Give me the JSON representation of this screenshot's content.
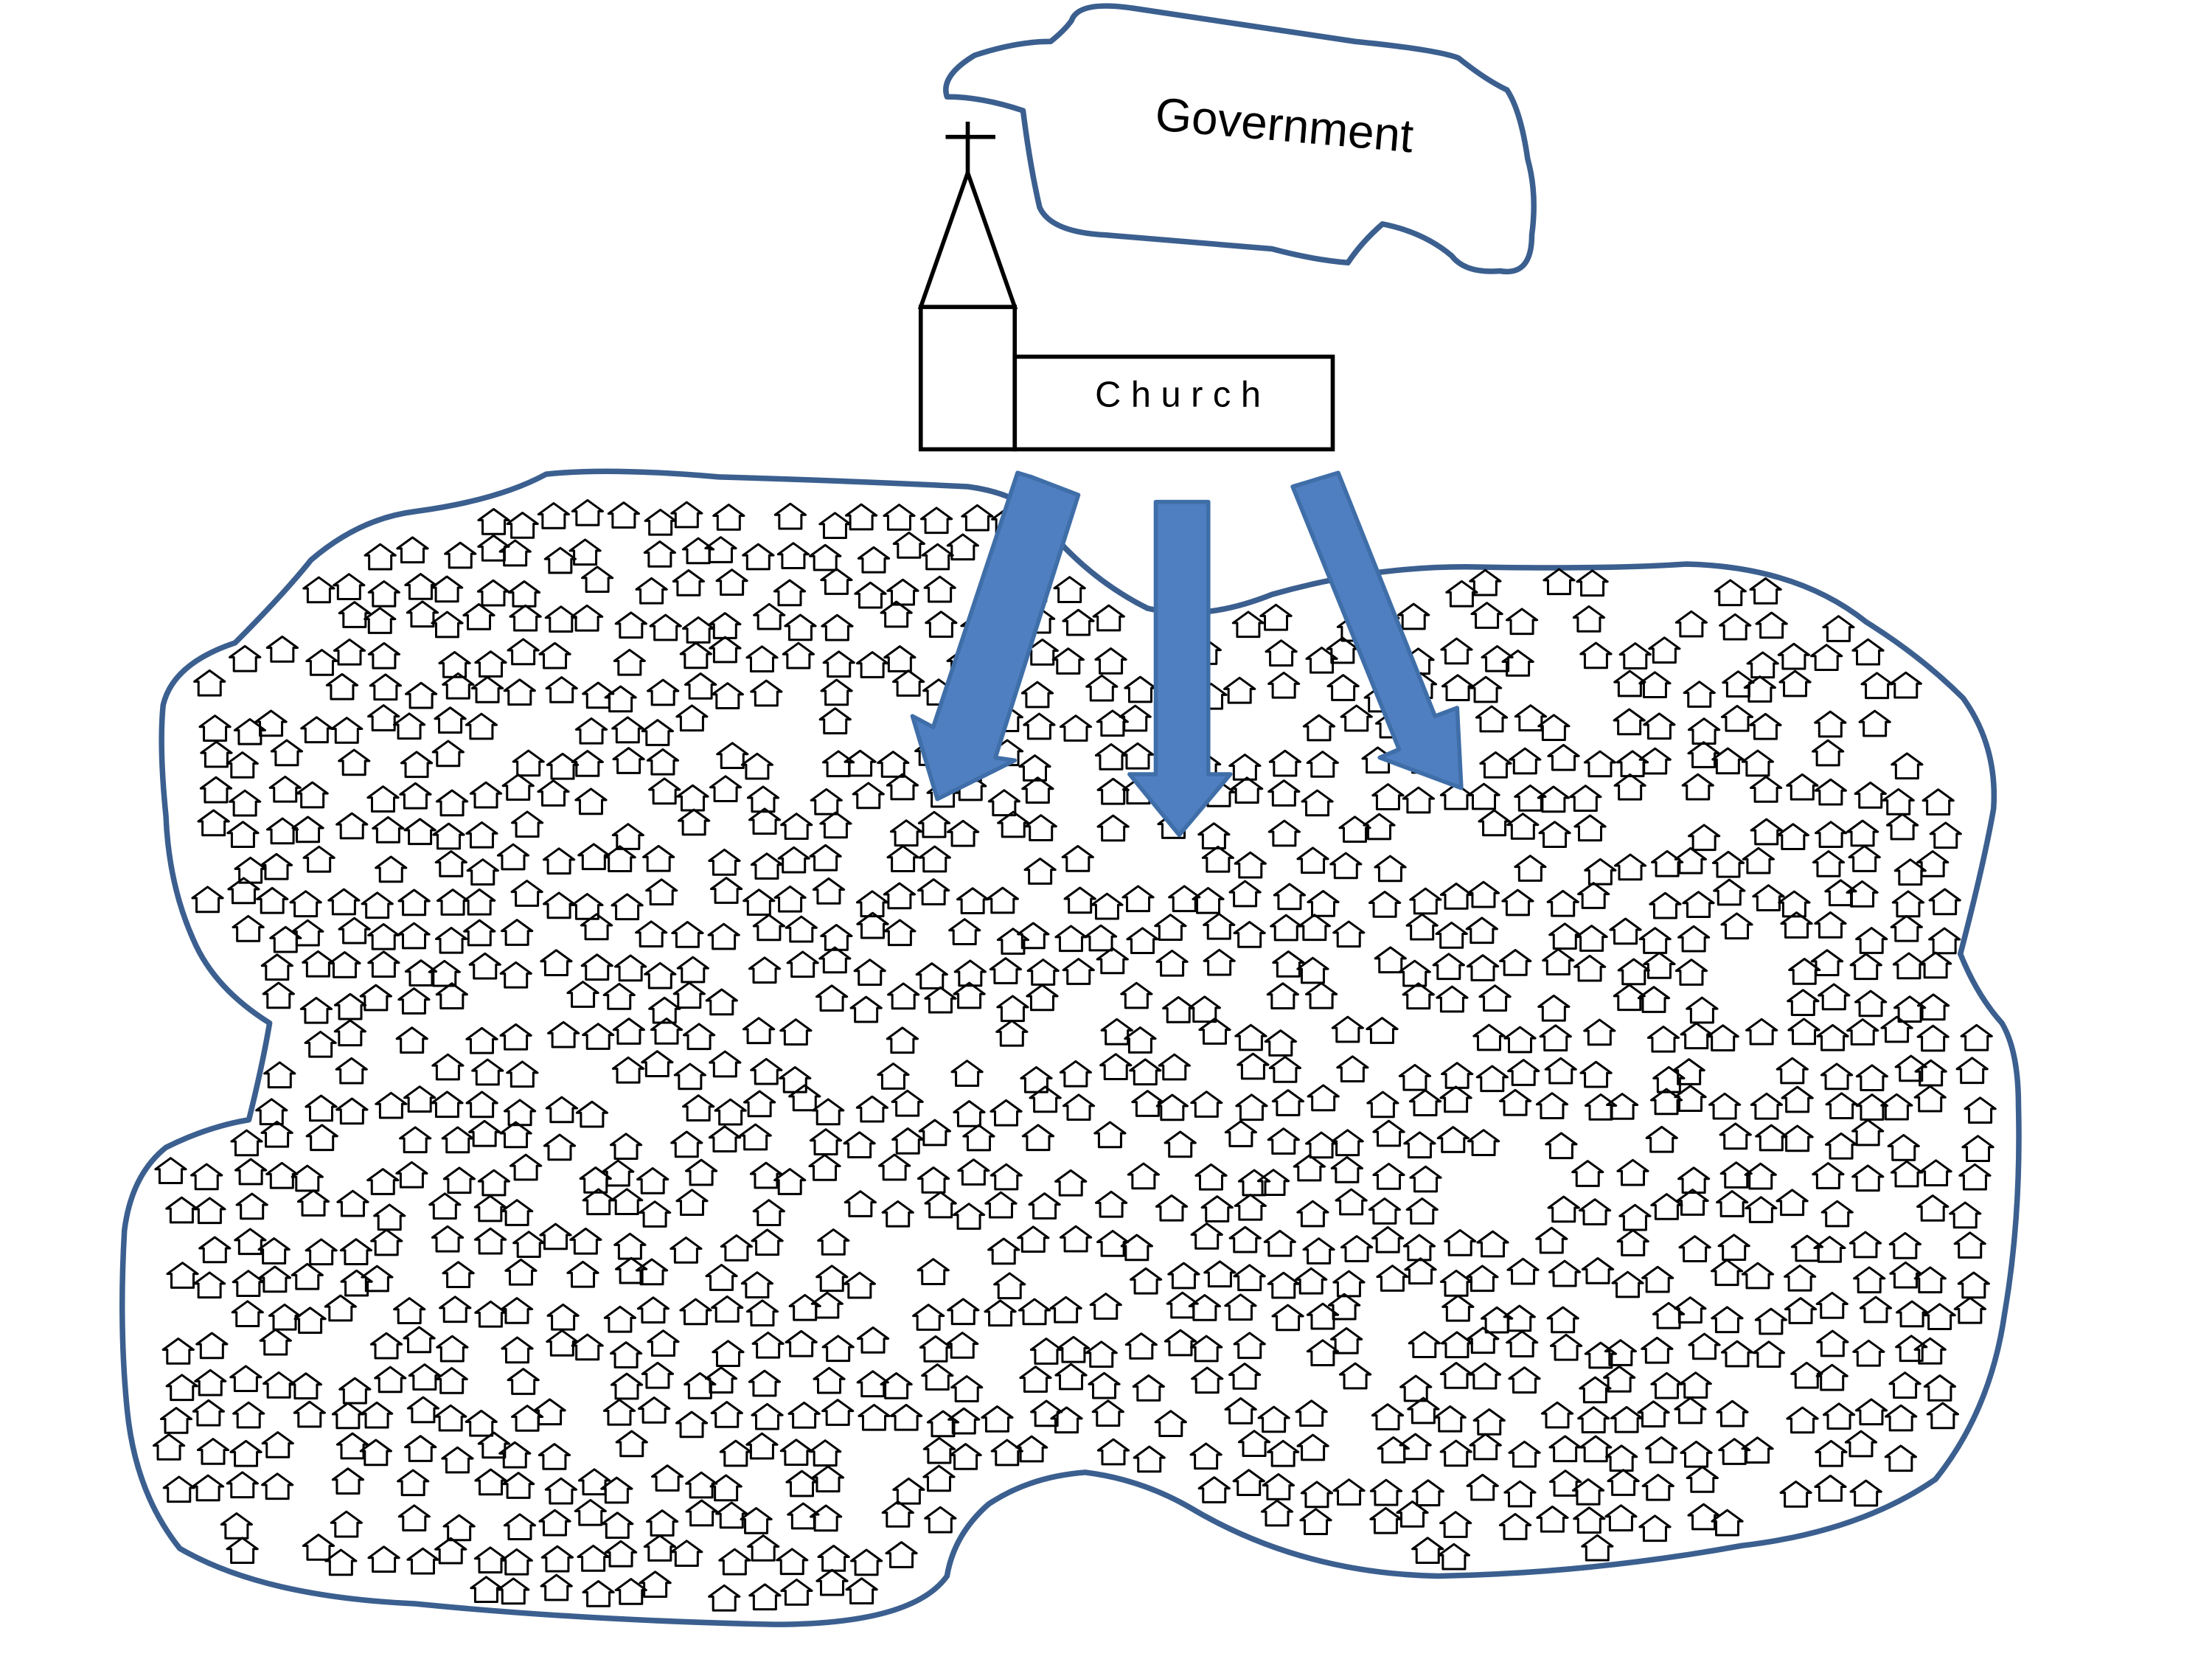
{
  "government": {
    "label": "Government"
  },
  "church": {
    "label": "C h u r c h"
  },
  "colors": {
    "outline": "#3b5f8f",
    "arrow_fill": "#4f7fc0",
    "arrow_stroke": "#3f6ea8",
    "ink": "#000000"
  },
  "icons": {
    "house": "house-icon",
    "cross": "cross-icon",
    "arrow": "arrow-down-icon"
  },
  "arrows": {
    "count": 3
  }
}
